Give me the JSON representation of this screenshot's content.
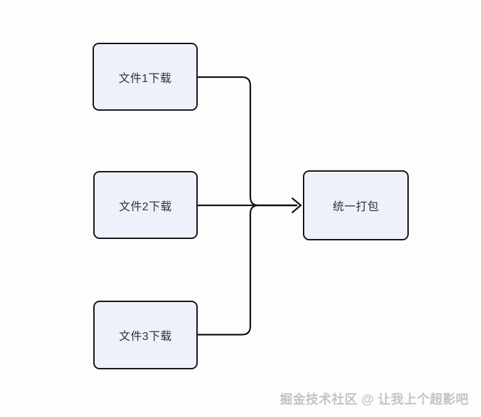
{
  "diagram": {
    "type": "flowchart",
    "background": "#fdfdfd",
    "colors": {
      "node_fill": "#eef1f9",
      "node_border": "#161616",
      "connector_stroke": "#121212",
      "node_text": "#2f2f2f",
      "watermark_text": "#c3c3c3"
    },
    "nodes": [
      {
        "id": "file1-download",
        "label": "文件1下载"
      },
      {
        "id": "file2-download",
        "label": "文件2下载"
      },
      {
        "id": "file3-download",
        "label": "文件3下载"
      },
      {
        "id": "unified-package",
        "label": "统一打包"
      }
    ],
    "edges": [
      {
        "from": "文件1下载",
        "to": "统一打包",
        "arrow": "right"
      },
      {
        "from": "文件2下载",
        "to": "统一打包",
        "arrow": "right"
      },
      {
        "from": "文件3下载",
        "to": "统一打包",
        "arrow": "right"
      }
    ]
  },
  "watermark": {
    "text": "掘金技术社区 @ 让我上个超影吧"
  }
}
